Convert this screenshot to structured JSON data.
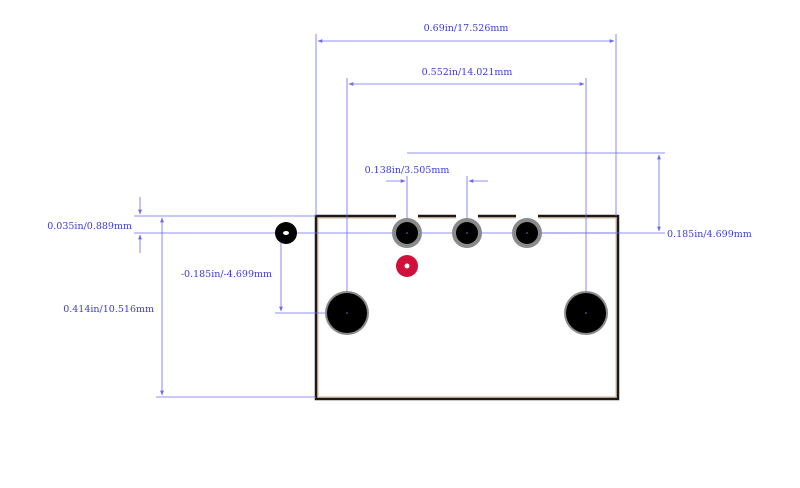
{
  "colors": {
    "dimension": "#6b6bf0",
    "dimension_text": "#3b3bd6",
    "outline": "#1a1a1a",
    "outline_inner": "#c9a27a",
    "pad_ring": "#8a8a8a",
    "pad_hole": "#000000",
    "pin1_marker": "#d0103a"
  },
  "dimensions": {
    "overall_width": "0.69in/17.526mm",
    "mount_hole_spacing": "0.552in/14.021mm",
    "pin_pitch": "0.138in/3.505mm",
    "right_offset": "0.185in/4.699mm",
    "top_offset": "0.035in/0.889mm",
    "left_offset": "-0.185in/-4.699mm",
    "overall_height": "0.414in/10.516mm"
  }
}
